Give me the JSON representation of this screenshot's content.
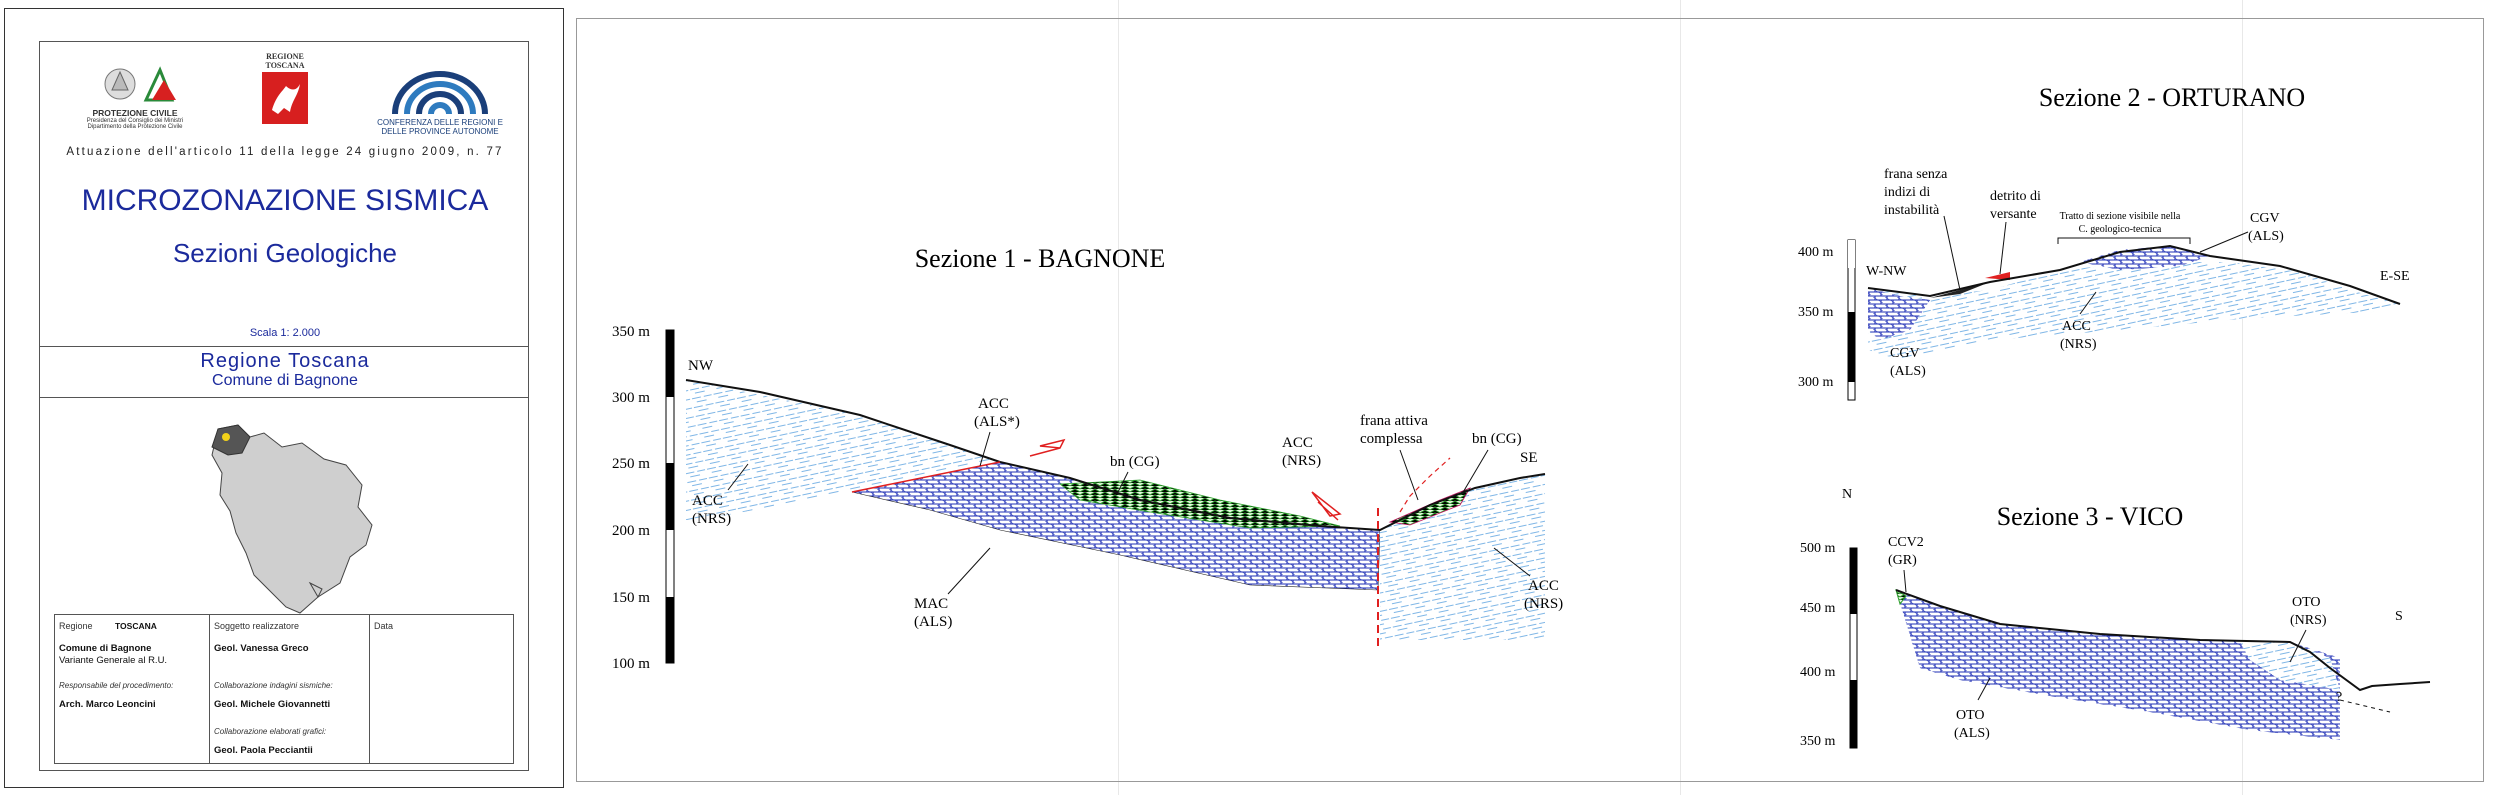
{
  "title_block": {
    "logo_pc_line1": "PROTEZIONE CIVILE",
    "logo_pc_line2": "Presidenza del Consiglio dei Ministri",
    "logo_pc_line3": "Dipartimento della Protezione Civile",
    "logo_rt_line1": "REGIONE",
    "logo_rt_line2": "TOSCANA",
    "logo_conf_line1": "CONFERENZA DELLE REGIONI E",
    "logo_conf_line2": "DELLE PROVINCE AUTONOME",
    "act": "Attuazione dell'articolo 11 della legge 24 giugno 2009, n. 77",
    "title": "MICROZONAZIONE SISMICA",
    "subtitle": "Sezioni Geologiche",
    "scale": "Scala 1: 2.000",
    "region": "Regione Toscana",
    "comune": "Comune di Bagnone",
    "table": {
      "regione_label": "Regione",
      "regione_value": "TOSCANA",
      "comune_bold": "Comune di Bagnone",
      "comune_sub": "Variante Generale al R.U.",
      "resp_label": "Responsabile del procedimento:",
      "resp_name": "Arch. Marco Leoncini",
      "soggetto_label": "Soggetto realizzatore",
      "soggetto_name": "Geol. Vanessa Greco",
      "collab1_label": "Collaborazione indagini sismiche:",
      "collab1_name": "Geol. Michele Giovannetti",
      "collab2_label": "Collaborazione elaborati grafici:",
      "collab2_name": "Geol. Paola Pecciantii",
      "data_label": "Data"
    }
  },
  "diagram": {
    "section1": {
      "title": "Sezione 1 - BAGNONE",
      "scale_ticks": [
        "350 m",
        "300 m",
        "250 m",
        "200 m",
        "150 m",
        "100 m"
      ],
      "nw": "NW",
      "se": "SE",
      "acc_nrs_left": [
        "ACC",
        "(NRS)"
      ],
      "acc_als": [
        "ACC",
        "(ALS*)"
      ],
      "bn_cg_1": "bn (CG)",
      "acc_nrs_mid": [
        "ACC",
        "(NRS)"
      ],
      "frana": [
        "frana attiva",
        "complessa"
      ],
      "bn_cg_2": "bn (CG)",
      "mac_als": [
        "MAC",
        "(ALS)"
      ],
      "acc_nrs_right": [
        "ACC",
        "(NRS)"
      ]
    },
    "section2": {
      "title": "Sezione 2 - ORTURANO",
      "scale_ticks": [
        "400 m",
        "350 m",
        "300 m"
      ],
      "wnw": "W-NW",
      "ese": "E-SE",
      "frana_senza": [
        "frana senza",
        "indizi di",
        "instabilità"
      ],
      "detrito": [
        "detrito di",
        "versante"
      ],
      "tratto": [
        "Tratto di sezione  visibile nella",
        "C. geologico-tecnica"
      ],
      "cgv_right": [
        "CGV",
        "(ALS)"
      ],
      "acc_nrs": [
        "ACC",
        "(NRS)"
      ],
      "cgv_left": [
        "CGV",
        "(ALS)"
      ]
    },
    "section3": {
      "title": "Sezione 3 - VICO",
      "scale_ticks": [
        "500 m",
        "450 m",
        "400 m",
        "350 m"
      ],
      "n": "N",
      "s": "S",
      "ccv2": [
        "CCV2",
        "(GR)"
      ],
      "oto_nrs": [
        "OTO",
        "(NRS)"
      ],
      "oto_als": [
        "OTO",
        "(ALS)"
      ],
      "question": "?"
    }
  },
  "colors": {
    "title_blue": "#1b2a9c",
    "limestone_blue": "#1f2fb5",
    "marl_lightblue": "#7fb6e6",
    "green_cg": "#2d9e2d",
    "red_fault": "#e02020"
  }
}
